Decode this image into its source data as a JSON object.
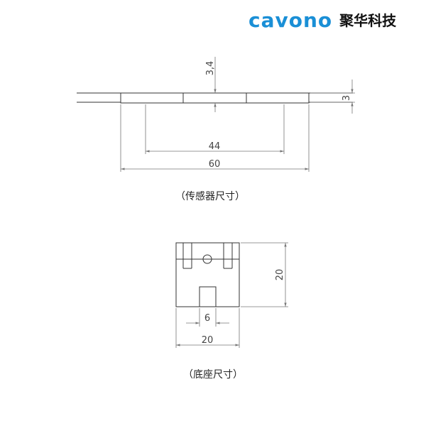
{
  "brand": {
    "wordmark": "cavono",
    "chinese_name": "聚华科技",
    "color": "#1a8fd6"
  },
  "sensor_drawing": {
    "caption": "（传感器尺寸）",
    "dim_width_total": "60",
    "dim_width_inner": "44",
    "dim_height": "3",
    "dim_thickness": "3,4"
  },
  "base_drawing": {
    "caption": "（底座尺寸）",
    "dim_height": "20",
    "dim_width": "20",
    "dim_slot": "6"
  },
  "line_color": "#333333",
  "dim_color": "#777777"
}
